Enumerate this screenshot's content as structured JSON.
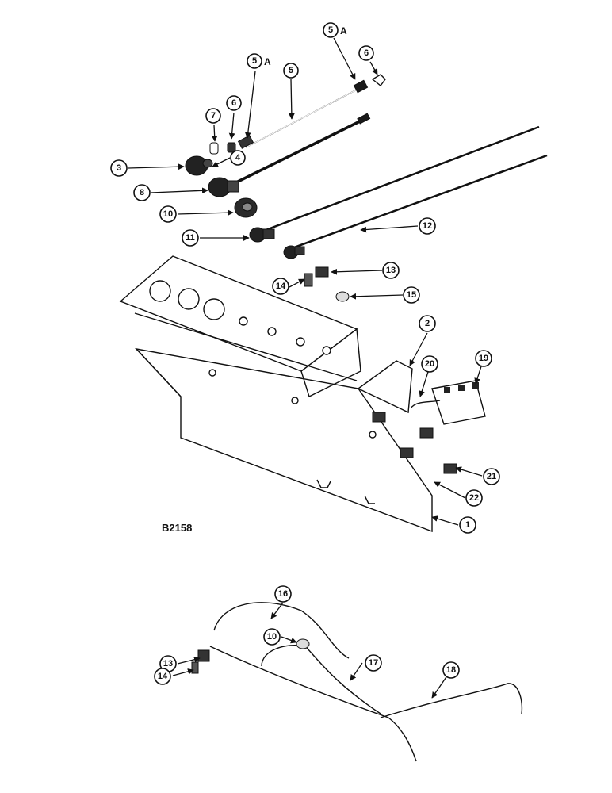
{
  "figure_code": "B2158",
  "suffix_a": "A",
  "callouts": {
    "c1": "1",
    "c2": "2",
    "c3": "3",
    "c4": "4",
    "c5": "5",
    "c5a": "5",
    "c5b": "5",
    "c6a": "6",
    "c6b": "6",
    "c7": "7",
    "c8": "8",
    "c10": "10",
    "c11": "11",
    "c12": "12",
    "c13": "13",
    "c14": "14",
    "c15": "15",
    "c19": "19",
    "c20": "20",
    "c21": "21",
    "c22": "22",
    "w13": "13",
    "w14": "14",
    "w10": "10",
    "w16": "16",
    "w17": "17",
    "w18": "18"
  }
}
